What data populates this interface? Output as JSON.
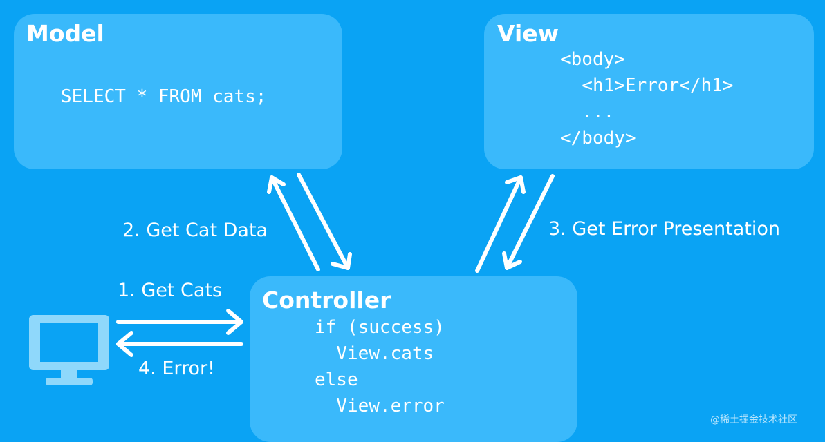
{
  "model": {
    "title": "Model",
    "code": [
      "SELECT * FROM cats;"
    ]
  },
  "view": {
    "title": "View",
    "code": [
      "<body>",
      "  <h1>Error</h1>",
      "  ...",
      "</body>"
    ]
  },
  "controller": {
    "title": "Controller",
    "code": [
      "if (success)",
      "  View.cats",
      "else",
      "  View.error"
    ]
  },
  "steps": {
    "step1": "1. Get Cats",
    "step2": "2. Get Cat Data",
    "step3": "3. Get Error Presentation",
    "step4": "4. Error!"
  },
  "icons": {
    "client": "monitor-icon"
  },
  "colors": {
    "background": "#0aa3f4",
    "box": "#3ab9fb",
    "monitor": "#8fd8fb",
    "text": "#ffffff"
  },
  "watermark": "@稀土掘金技术社区"
}
